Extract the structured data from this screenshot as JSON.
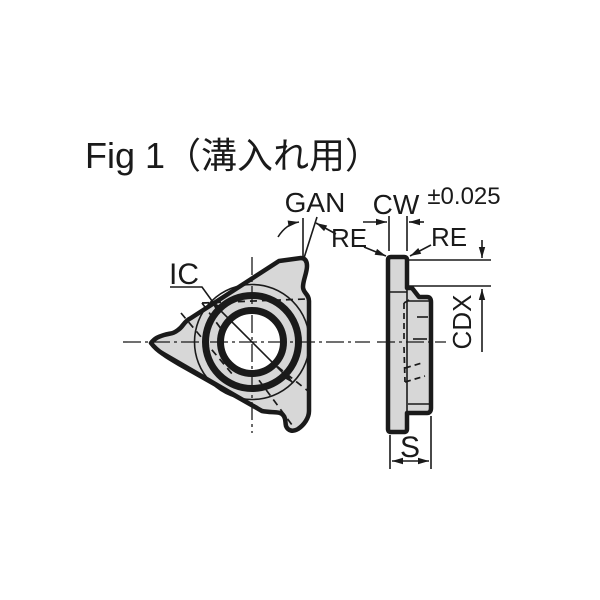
{
  "figure": {
    "title": "Fig 1（溝入れ用）",
    "labels": {
      "gan": "GAN",
      "cw": "CW",
      "cw_tolerance": "±0.025",
      "re_front": "RE",
      "re_side": "RE",
      "ic": "IC",
      "cdx": "CDX",
      "s": "S"
    },
    "colors": {
      "line": "#1a1a1a",
      "insert_fill": "#d7d7d7",
      "background": "#ffffff"
    }
  }
}
